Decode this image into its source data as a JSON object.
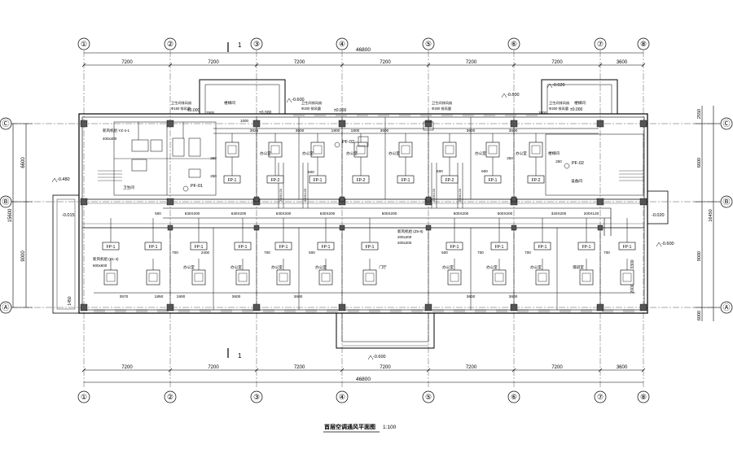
{
  "drawing": {
    "title": "首层空调通风平面图",
    "scale": "1:100"
  },
  "grid": {
    "columns": [
      "①",
      "②",
      "③",
      "④",
      "⑤",
      "⑥",
      "⑦",
      "⑧"
    ],
    "rows": [
      "Ⓒ",
      "Ⓑ",
      "Ⓐ"
    ]
  },
  "dimensions": {
    "top_spans": [
      "7200",
      "7200",
      "7200",
      "7200",
      "7200",
      "7200",
      "3600"
    ],
    "top_total": "46800",
    "bottom_spans": [
      "7200",
      "7200",
      "7200",
      "7200",
      "7200",
      "7200",
      "3600"
    ],
    "bottom_total": "46800",
    "left_outer": "15600",
    "left_upper": "6600",
    "left_lower": "9000",
    "left_small": "1450",
    "right_top": "2550",
    "right_mid": "6600",
    "right_total": "16450",
    "right_lower": "9000",
    "right_bottom": "2000",
    "right_bottom2": "3300",
    "right_base": "6000"
  },
  "section": {
    "top_label": "1",
    "bottom_label": "1"
  },
  "levels": {
    "top_left": "-0.600",
    "top_center": "-0.600",
    "top_right": "-0.020",
    "left": "-0.480",
    "left_lower": "-0.015",
    "right": "-0.020",
    "right_lower": "-0.600",
    "bottom": "-0.600",
    "floor_a": "±0.000",
    "floor_b": "±0.000",
    "floor_c": "±0.000",
    "floor_d": "±0.000"
  },
  "ducts": {
    "upper_labels": [
      "630X200",
      "630X200",
      "630X200",
      "630X200",
      "500X200",
      "500X200",
      "500X200",
      "320X200",
      "200X120"
    ],
    "upper_inner_dims": [
      "3825",
      "3600",
      "1800",
      "1800",
      "3600",
      "3600",
      "3600"
    ],
    "lower_dims": [
      "3570",
      "1850",
      "1900",
      "3600",
      "3600",
      "3600",
      "3600"
    ],
    "side_dims": [
      "2400",
      "500",
      "500",
      "600",
      "600",
      "500",
      "700",
      "700",
      "700",
      "700",
      "700"
    ],
    "branch_sizes": [
      "200X120",
      "200X120",
      "200X120",
      "200X120"
    ],
    "main_supply": "200x200"
  },
  "units": {
    "fan_coil": "FP-1",
    "fan_coil_2": "FP-2",
    "fan_a": "PF-01",
    "fan_b": "PF-02",
    "fan_c": "PF-02"
  },
  "rooms": {
    "office": "办公室",
    "stair": "楼梯间",
    "hall": "门厅",
    "toilet": "卫生间",
    "equip": "设备间",
    "duty": "值班室"
  },
  "notes": {
    "ahu_left": "新风机组 YZ-4-1",
    "ahu_left_size": "400x400",
    "ahu_lower_left": "新风机组 (Z1-4)",
    "ahu_lower_left_size": "600x600",
    "ahu_lower_right": "新风机组 (Z5-8)",
    "ahu_lower_right_size": "200x200",
    "exhaust_1": "卫生间排风扇",
    "exhaust_1_spec": "Φ150 排风量",
    "exhaust_2": "卫生间排风扇",
    "exhaust_2_spec": "Φ200 排风量",
    "exhaust_3": "卫生间排风扇",
    "exhaust_3_spec": "Φ200 排风量",
    "exhaust_4": "卫生间排风扇",
    "exhaust_4_spec": "Φ200 排风量",
    "short_dims": [
      "2500",
      "1000",
      "250",
      "250",
      "250",
      "250",
      "1500",
      "500"
    ]
  }
}
